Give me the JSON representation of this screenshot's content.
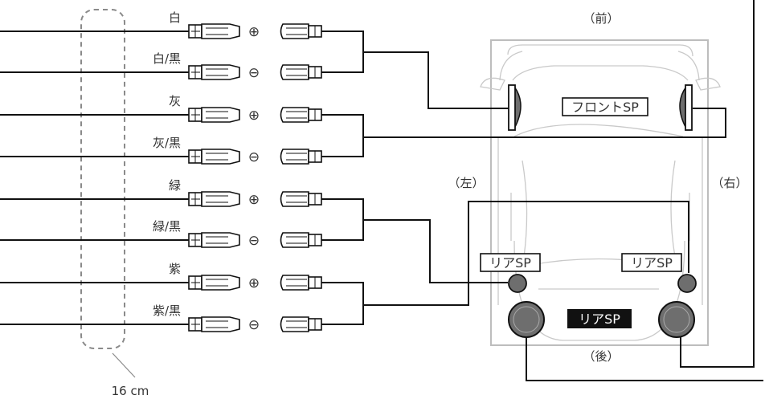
{
  "wires": [
    {
      "color": "白",
      "polarity": "⊕"
    },
    {
      "color": "白/黒",
      "polarity": "⊖"
    },
    {
      "color": "灰",
      "polarity": "⊕"
    },
    {
      "color": "灰/黒",
      "polarity": "⊖"
    },
    {
      "color": "緑",
      "polarity": "⊕"
    },
    {
      "color": "緑/黒",
      "polarity": "⊖"
    },
    {
      "color": "紫",
      "polarity": "⊕"
    },
    {
      "color": "紫/黒",
      "polarity": "⊖"
    }
  ],
  "bundle_length": "16 cm",
  "car": {
    "front": "（前）",
    "rear": "（後）",
    "left": "（左）",
    "right": "（右）"
  },
  "speakers": {
    "front": "フロントSP",
    "rear_left": "リアSP",
    "rear_right": "リアSP",
    "rear_center": "リアSP"
  },
  "colors": {
    "wire": "#111111",
    "car_outline": "#bdbdbd",
    "bundle_dash": "#8a8a8a",
    "speaker_fill": "#6e6e6e",
    "label_inverted_bg": "#111111"
  }
}
